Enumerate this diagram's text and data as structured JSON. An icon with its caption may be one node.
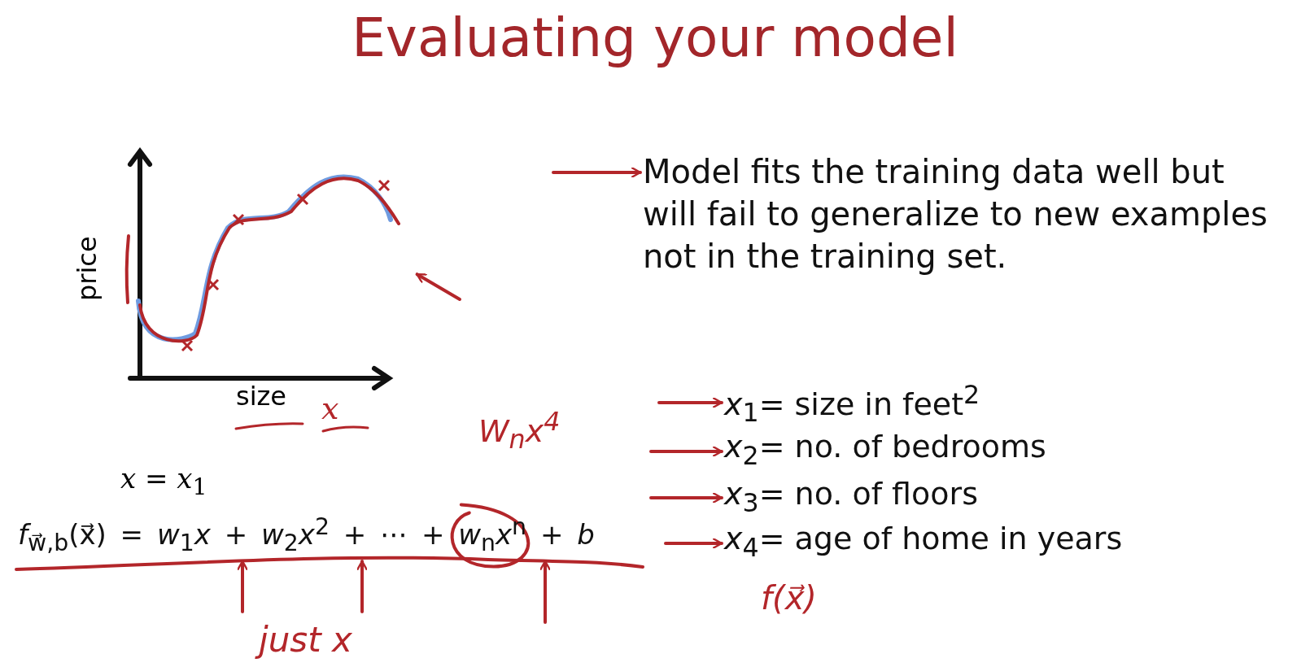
{
  "diagram": {
    "title": "Evaluating your model",
    "nodes": [
      {
        "text": [],
        "shape": "picture",
        "beside": [
          "x"
        ]
      },
      {
        "text": [
          "Model fits the training data well but will fail to generalize to new examples not in the training set."
        ]
      },
      {
        "text": [
          "*x*$_{1}$= size in feet$^{2}$"
        ]
      },
      {
        "text": [
          "*x*$_{2}$= no. of bedrooms"
        ]
      },
      {
        "text": [
          "*x*$_{3}$= no. of floors"
        ]
      },
      {
        "text": [
          "*x*$_{4}$= age of home in years"
        ]
      },
      {
        "text": [
          "*f*$_{w⃗,b}$(x⃗) = *w*$_{1}$*x* + *w*$_{2}$*x*$^{2}$ + ⋯ + *w*$_{n}$*x*$^{n}$ + *b*"
        ]
      }
    ],
    "edges": [
      {
        "from": null,
        "to": 1,
        "arrow": "to"
      },
      {
        "from": null,
        "to": 0,
        "arrow": "to"
      },
      {
        "from": null,
        "to": 2,
        "arrow": "to"
      },
      {
        "from": null,
        "to": 3,
        "arrow": "to"
      },
      {
        "from": null,
        "to": 4,
        "arrow": "to"
      },
      {
        "from": null,
        "to": 5,
        "arrow": "to"
      },
      {
        "from": null,
        "to": 6,
        "arrow": "to"
      },
      {
        "from": null,
        "to": 6,
        "arrow": "to"
      },
      {
        "from": null,
        "to": 6,
        "arrow": "to"
      }
    ],
    "labels": [
      "price",
      "size",
      "W$_{n}$x$^{4}$",
      "*x* = *x*$_{1}$",
      "just x",
      "f(x⃗)"
    ]
  }
}
